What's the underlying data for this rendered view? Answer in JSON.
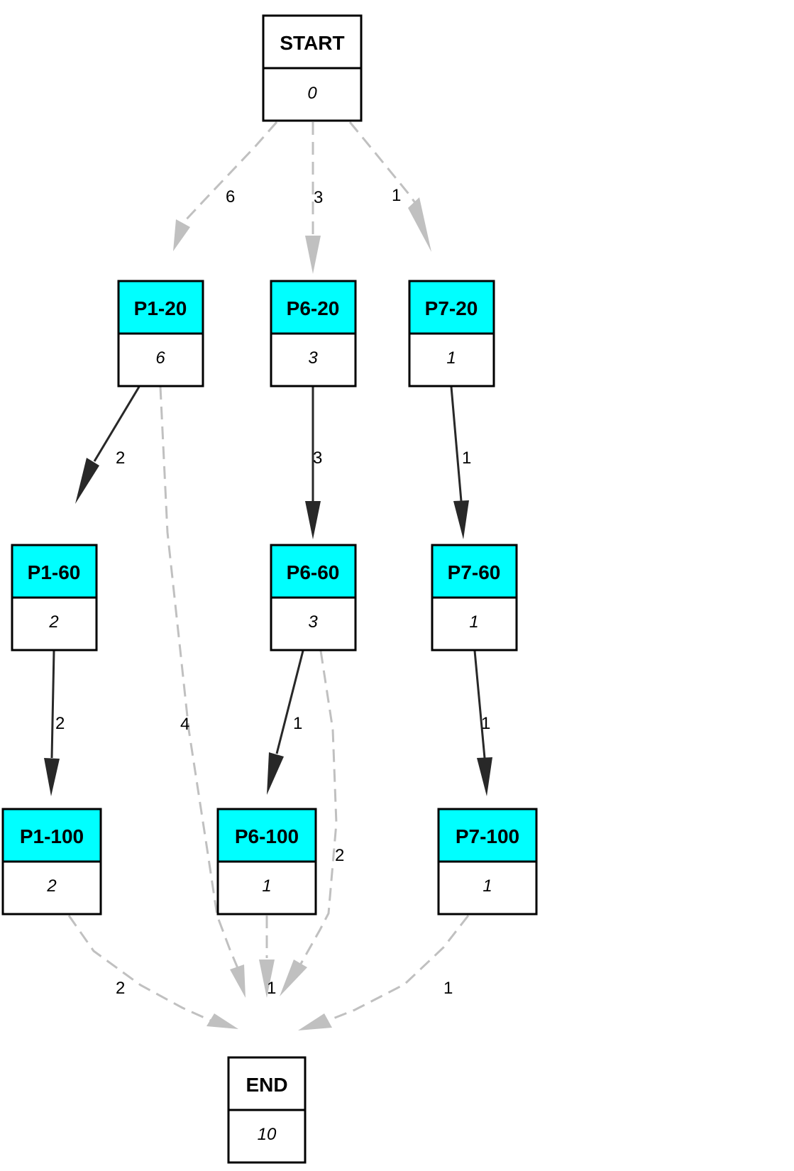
{
  "nodes": {
    "start": {
      "title": "START",
      "count": "0",
      "fill": "#ffffff"
    },
    "p1_20": {
      "title": "P1-20",
      "count": "6",
      "fill": "#00ffff"
    },
    "p6_20": {
      "title": "P6-20",
      "count": "3",
      "fill": "#00ffff"
    },
    "p7_20": {
      "title": "P7-20",
      "count": "1",
      "fill": "#00ffff"
    },
    "p1_60": {
      "title": "P1-60",
      "count": "2",
      "fill": "#00ffff"
    },
    "p6_60": {
      "title": "P6-60",
      "count": "3",
      "fill": "#00ffff"
    },
    "p7_60": {
      "title": "P7-60",
      "count": "1",
      "fill": "#00ffff"
    },
    "p1_100": {
      "title": "P1-100",
      "count": "2",
      "fill": "#00ffff"
    },
    "p6_100": {
      "title": "P6-100",
      "count": "1",
      "fill": "#00ffff"
    },
    "p7_100": {
      "title": "P7-100",
      "count": "1",
      "fill": "#00ffff"
    },
    "end": {
      "title": "END",
      "count": "10",
      "fill": "#ffffff"
    }
  },
  "edges": {
    "start_p1_20": {
      "from": "START",
      "to": "P1-20",
      "label": "6",
      "style": "dashed"
    },
    "start_p6_20": {
      "from": "START",
      "to": "P6-20",
      "label": "3",
      "style": "dashed"
    },
    "start_p7_20": {
      "from": "START",
      "to": "P7-20",
      "label": "1",
      "style": "dashed"
    },
    "p1_20_p1_60": {
      "from": "P1-20",
      "to": "P1-60",
      "label": "2",
      "style": "solid"
    },
    "p1_20_end": {
      "from": "P1-20",
      "to": "END",
      "label": "4",
      "style": "dashed"
    },
    "p6_20_p6_60": {
      "from": "P6-20",
      "to": "P6-60",
      "label": "3",
      "style": "solid"
    },
    "p7_20_p7_60": {
      "from": "P7-20",
      "to": "P7-60",
      "label": "1",
      "style": "solid"
    },
    "p1_60_p1_100": {
      "from": "P1-60",
      "to": "P1-100",
      "label": "2",
      "style": "solid"
    },
    "p6_60_p6_100": {
      "from": "P6-60",
      "to": "P6-100",
      "label": "1",
      "style": "solid"
    },
    "p6_60_end": {
      "from": "P6-60",
      "to": "END",
      "label": "2",
      "style": "dashed"
    },
    "p7_60_p7_100": {
      "from": "P7-60",
      "to": "P7-100",
      "label": "1",
      "style": "solid"
    },
    "p1_100_end": {
      "from": "P1-100",
      "to": "END",
      "label": "2",
      "style": "dashed"
    },
    "p6_100_end": {
      "from": "P6-100",
      "to": "END",
      "label": "1",
      "style": "dashed"
    },
    "p7_100_end": {
      "from": "P7-100",
      "to": "END",
      "label": "1",
      "style": "dashed"
    }
  },
  "colors": {
    "solid_edge": "#282828",
    "dashed_edge": "#c0c0c0",
    "node_border": "#000000",
    "highlight_fill": "#00ffff"
  }
}
